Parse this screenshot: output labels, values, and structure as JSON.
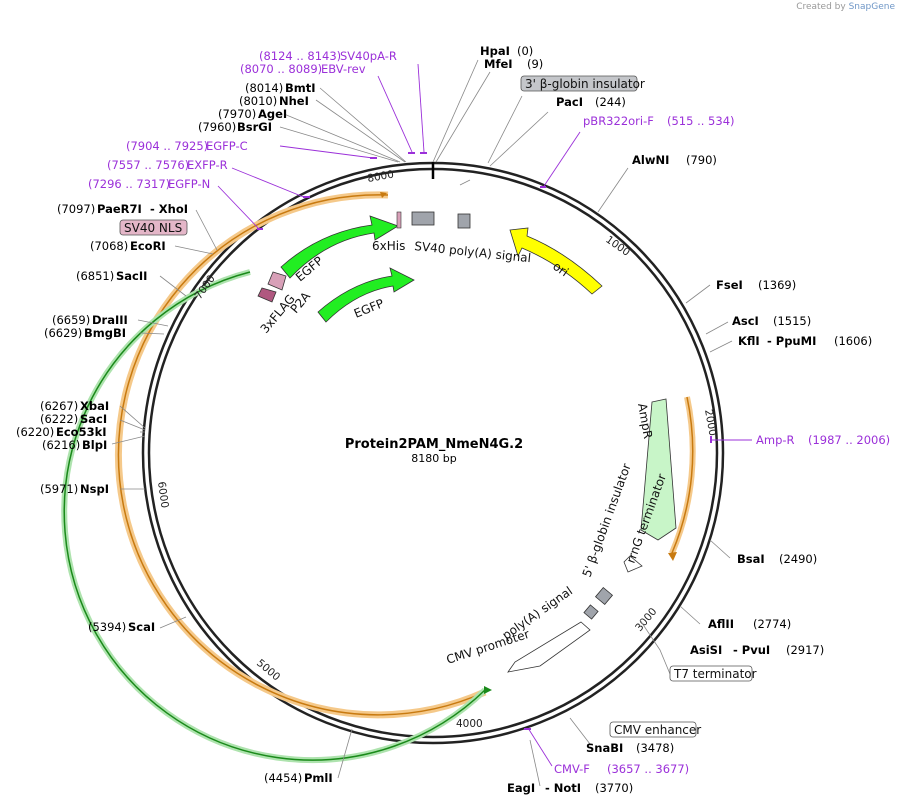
{
  "credit": {
    "prefix": "Created by",
    "brand": "SnapGene"
  },
  "plasmid": {
    "name": "Protein2PAM_NmeN4G.2",
    "size_label": "8180 bp",
    "length": 8180
  },
  "ticks": [
    "1000",
    "2000",
    "3000",
    "4000",
    "5000",
    "6000",
    "7000",
    "8000"
  ],
  "sites": [
    {
      "name": "HpaI",
      "pos": "(0)"
    },
    {
      "name": "MfeI",
      "pos": "(9)"
    },
    {
      "name": "PacI",
      "pos": "(244)"
    },
    {
      "name": "AlwNI",
      "pos": "(790)"
    },
    {
      "name": "FseI",
      "pos": "(1369)"
    },
    {
      "name": "AscI",
      "pos": "(1515)"
    },
    {
      "name": "KflI",
      "pos": "- PpuMI",
      "extra": "(1606)"
    },
    {
      "name": "BsaI",
      "pos": "(2490)"
    },
    {
      "name": "AflII",
      "pos": "(2774)"
    },
    {
      "name": "AsiSI",
      "pos": "- PvuI",
      "extra": "(2917)"
    },
    {
      "name": "SnaBI",
      "pos": "(3478)"
    },
    {
      "name": "EagI",
      "pos": "- NotI",
      "extra": "(3770)"
    },
    {
      "name": "PmlI",
      "pos": "(4454)"
    },
    {
      "name": "ScaI",
      "pos": "(5394)"
    },
    {
      "name": "NspI",
      "pos": "(5971)"
    },
    {
      "name": "BlpI",
      "pos": "(6216)"
    },
    {
      "name": "Eco53kI",
      "pos": "(6220)"
    },
    {
      "name": "SacI",
      "pos": "(6222)"
    },
    {
      "name": "XbaI",
      "pos": "(6267)"
    },
    {
      "name": "BmgBI",
      "pos": "(6629)"
    },
    {
      "name": "DraIII",
      "pos": "(6659)"
    },
    {
      "name": "SacII",
      "pos": "(6851)"
    },
    {
      "name": "EcoRI",
      "pos": "(7068)"
    },
    {
      "name": "PaeR7I",
      "pos": "- XhoI",
      "extra": "(7097)"
    },
    {
      "name": "BsrGI",
      "pos": "(7960)"
    },
    {
      "name": "AgeI",
      "pos": "(7970)"
    },
    {
      "name": "NheI",
      "pos": "(8010)"
    },
    {
      "name": "BmtI",
      "pos": "(8014)"
    }
  ],
  "primers": [
    {
      "name": "SV40pA-R",
      "range": "(8124 .. 8143)"
    },
    {
      "name": "EBV-rev",
      "range": "(8070 .. 8089)"
    },
    {
      "name": "EGFP-C",
      "range": "(7904 .. 7925)"
    },
    {
      "name": "EXFP-R",
      "range": "(7557 .. 7576)"
    },
    {
      "name": "EGFP-N",
      "range": "(7296 .. 7317)"
    },
    {
      "name": "pBR322ori-F",
      "range": "(515 .. 534)"
    },
    {
      "name": "Amp-R",
      "range": "(1987 .. 2006)"
    },
    {
      "name": "CMV-F",
      "range": "(3657 .. 3677)"
    }
  ],
  "boxed_features": [
    "3' β-globin insulator",
    "SV40 NLS",
    "T7 terminator",
    "CMV enhancer"
  ],
  "features": [
    "6xHis",
    "SV40 poly(A) signal",
    "ori",
    "EGFP",
    "EGFP",
    "P2A",
    "3xFLAG",
    "AmpR",
    "rrnG terminator",
    "5' β-globin insulator",
    "poly(A) signal",
    "CMV promoter"
  ],
  "colors": {
    "ori": "#ffff00",
    "egfp": "#22ee22",
    "ampr": "#c8f5c8",
    "primer": "#9b30d9",
    "orf": "#e8a040",
    "insulator": "#a0a4ab",
    "nls": "#d8a0b8"
  }
}
